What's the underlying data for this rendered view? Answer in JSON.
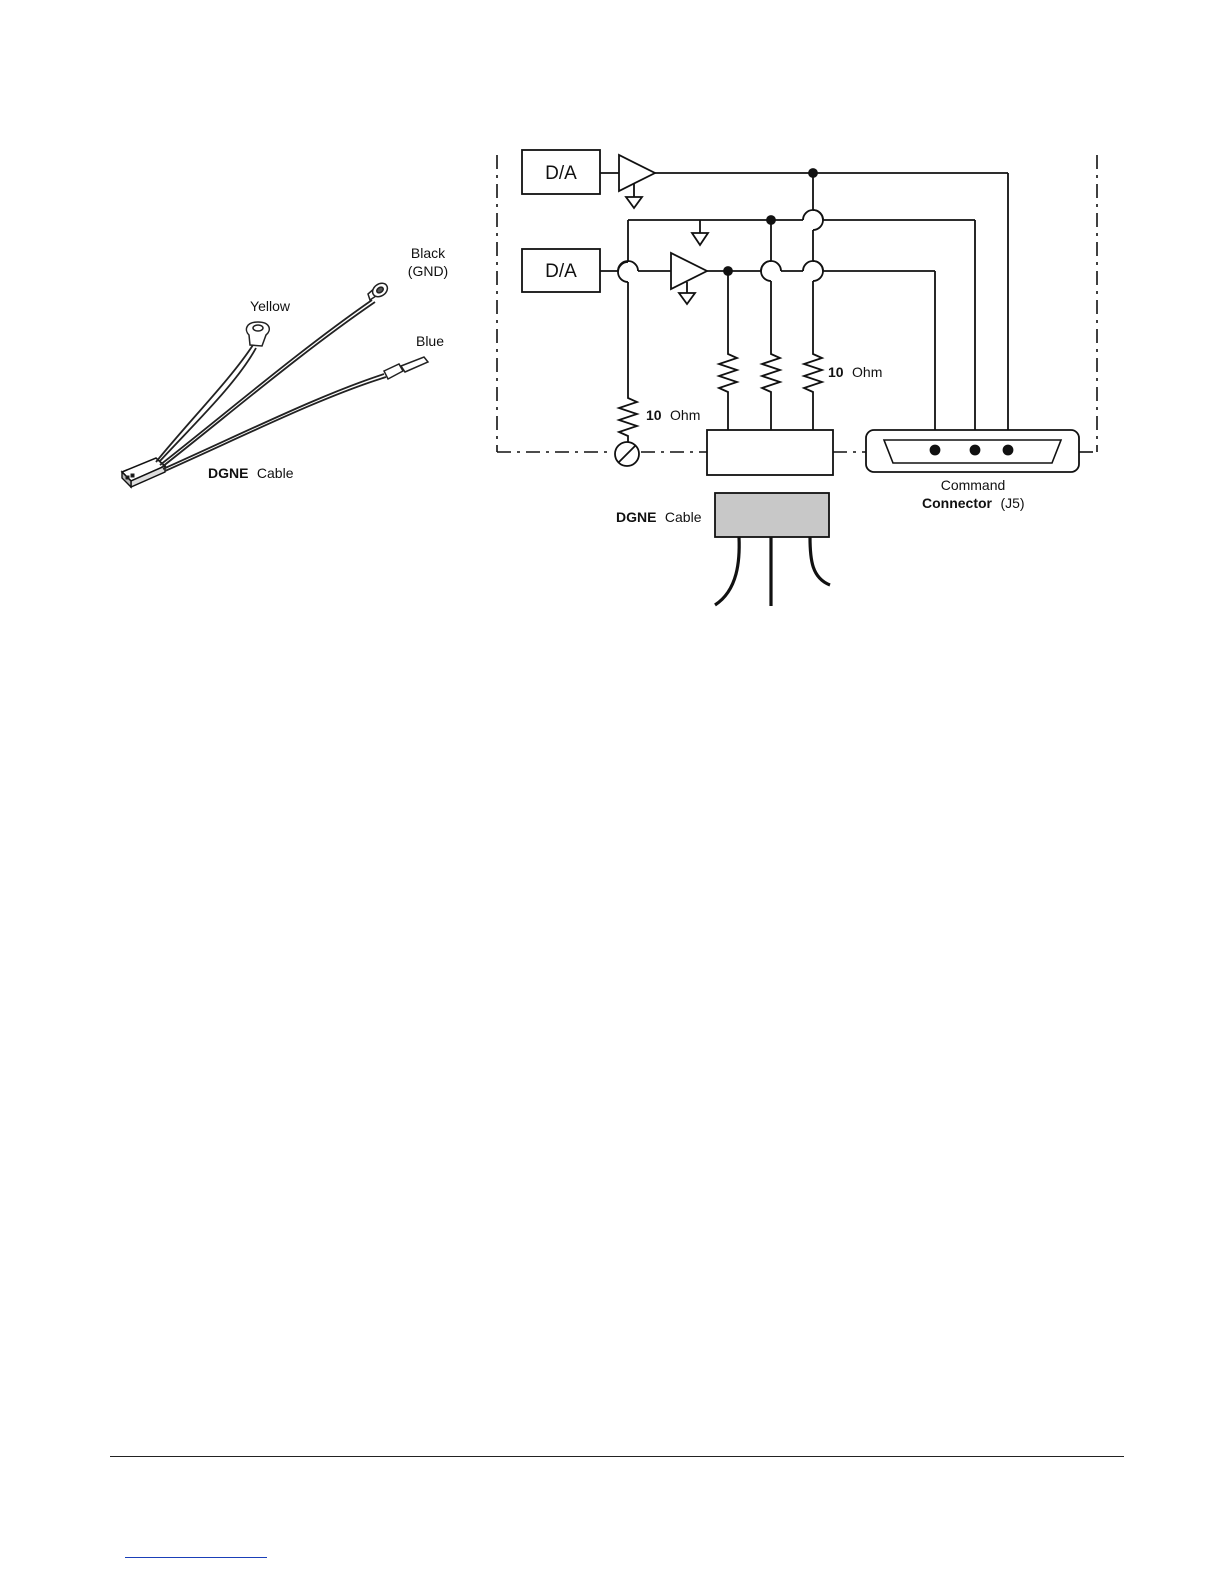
{
  "cable_illustration": {
    "wire_labels": {
      "black_line1": "Black",
      "black_line2": "(GND)",
      "yellow": "Yellow",
      "blue": "Blue"
    },
    "cable_label_bold": "DGNE",
    "cable_label_rest": "Cable"
  },
  "schematic": {
    "da_top_label": "D/A",
    "da_bottom_label": "D/A",
    "resistor_left_value": "10",
    "resistor_left_unit": "Ohm",
    "resistor_right_value": "10",
    "resistor_right_unit": "Ohm",
    "cable_label_bold": "DGNE",
    "cable_label_rest": "Cable",
    "connector_line1": "Command",
    "connector_line2_bold": "Connector",
    "connector_line2_rest": "(J5)"
  }
}
